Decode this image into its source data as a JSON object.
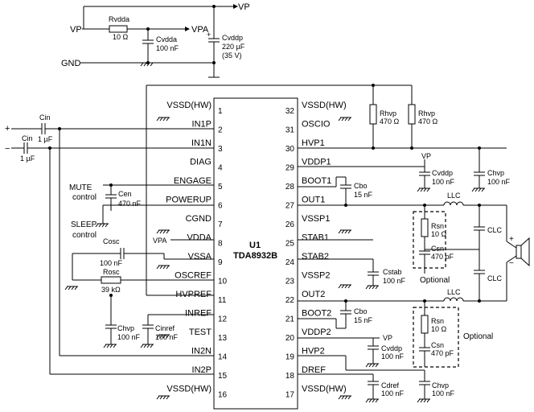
{
  "chip": {
    "ref": "U1",
    "part": "TDA8932B"
  },
  "pins_left": [
    {
      "num": "1",
      "name": "VSSD(HW)"
    },
    {
      "num": "2",
      "name": "IN1P"
    },
    {
      "num": "3",
      "name": "IN1N"
    },
    {
      "num": "4",
      "name": "DIAG"
    },
    {
      "num": "5",
      "name": "ENGAGE"
    },
    {
      "num": "6",
      "name": "POWERUP"
    },
    {
      "num": "7",
      "name": "CGND"
    },
    {
      "num": "8",
      "name": "VDDA"
    },
    {
      "num": "9",
      "name": "VSSA"
    },
    {
      "num": "10",
      "name": "OSCREF"
    },
    {
      "num": "11",
      "name": "HVPREF"
    },
    {
      "num": "12",
      "name": "INREF"
    },
    {
      "num": "13",
      "name": "TEST"
    },
    {
      "num": "14",
      "name": "IN2N"
    },
    {
      "num": "15",
      "name": "IN2P"
    },
    {
      "num": "16",
      "name": "VSSD(HW)"
    }
  ],
  "pins_right": [
    {
      "num": "32",
      "name": "VSSD(HW)"
    },
    {
      "num": "31",
      "name": "OSCIO"
    },
    {
      "num": "30",
      "name": "HVP1"
    },
    {
      "num": "29",
      "name": "VDDP1"
    },
    {
      "num": "28",
      "name": "BOOT1"
    },
    {
      "num": "27",
      "name": "OUT1"
    },
    {
      "num": "26",
      "name": "VSSP1"
    },
    {
      "num": "25",
      "name": "STAB1"
    },
    {
      "num": "24",
      "name": "STAB2"
    },
    {
      "num": "23",
      "name": "VSSP2"
    },
    {
      "num": "22",
      "name": "OUT2"
    },
    {
      "num": "21",
      "name": "BOOT2"
    },
    {
      "num": "20",
      "name": "VDDP2"
    },
    {
      "num": "19",
      "name": "HVP2"
    },
    {
      "num": "18",
      "name": "DREF"
    },
    {
      "num": "17",
      "name": "VSSD(HW)"
    }
  ],
  "supply": {
    "vp": "VP",
    "vpa": "VPA",
    "gnd": "GND",
    "rvdda": "Rvdda",
    "rvdda_val": "10 Ω",
    "cvdda": "Cvdda",
    "cvdda_val": "100 nF",
    "cvddp": "Cvddp",
    "cvddp_val": "220 µF",
    "cvddp_volt": "(35 V)"
  },
  "inputs": {
    "plus": "+",
    "minus": "−",
    "cin": "Cin",
    "cin_val": "1 µF"
  },
  "left_parts": {
    "mute": "MUTE",
    "control": "control",
    "sleep": "SLEEP",
    "cen": "Cen",
    "cen_val": "470 nF",
    "cosc": "Cosc",
    "cosc_val": "100 nF",
    "rosc": "Rosc",
    "rosc_val": "39 kΩ",
    "vpa": "VPA",
    "chvp": "Chvp",
    "chvp_val": "100 nF",
    "cinref": "Cinref",
    "cinref_val": "100 nF"
  },
  "right_parts": {
    "rhvp": "Rhvp",
    "rhvp_val": "470 Ω",
    "vp": "VP",
    "cvddp": "Cvddp",
    "cvddp_val": "100 nF",
    "chvp": "Chvp",
    "chvp_val": "100 nF",
    "cbo": "Cbo",
    "cbo_val": "15 nF",
    "llc": "LLC",
    "clc": "CLC",
    "rsn": "Rsn",
    "rsn_val": "10 Ω",
    "csn": "Csn",
    "csn_val": "470 pF",
    "optional": "Optional",
    "cstab": "Cstab",
    "cstab_val": "100 nF",
    "cdref": "Cdref",
    "cdref_val": "100 nF",
    "plus": "+",
    "minus": "−"
  }
}
